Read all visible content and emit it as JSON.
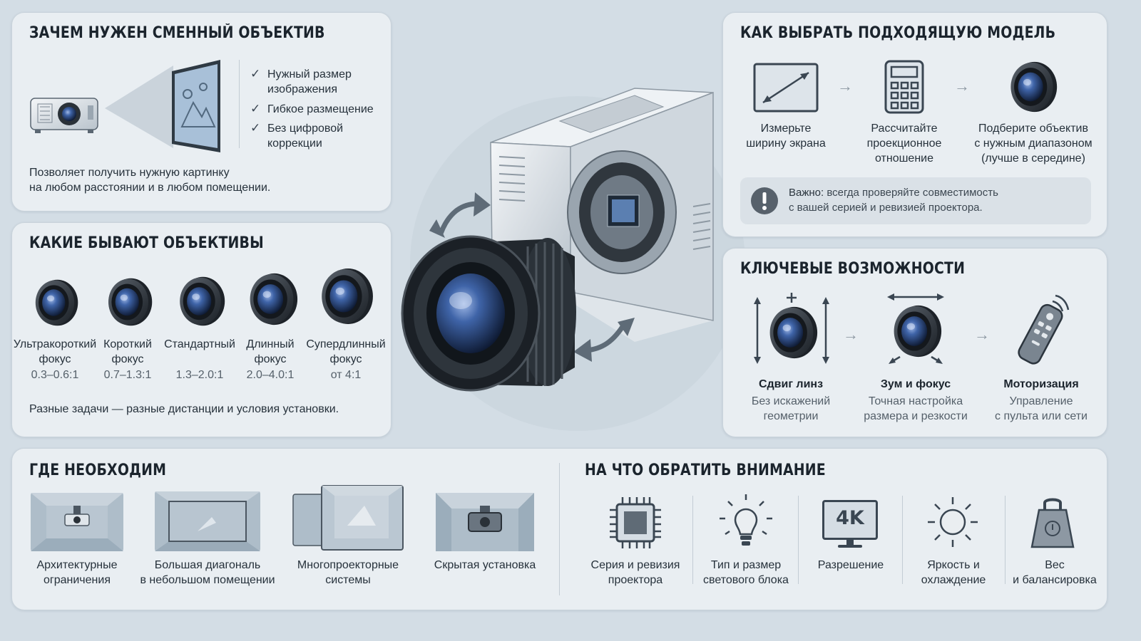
{
  "why": {
    "title": "ЗАЧЕМ НУЖЕН СМЕННЫЙ ОБЪЕКТИВ",
    "checks": [
      "Нужный размер\nизображения",
      "Гибкое размещение",
      "Без цифровой\nкоррекции"
    ],
    "desc": "Позволяет получить нужную картинку\nна любом расстоянии и в любом помещении."
  },
  "types": {
    "title": "КАКИЕ БЫВАЮТ ОБЪЕКТИВЫ",
    "lenses": [
      {
        "name": "Ультракороткий\nфокус",
        "ratio": "0.3–0.6:1"
      },
      {
        "name": "Короткий\nфокус",
        "ratio": "0.7–1.3:1"
      },
      {
        "name": "Стандартный",
        "ratio": "1.3–2.0:1"
      },
      {
        "name": "Длинный\nфокус",
        "ratio": "2.0–4.0:1"
      },
      {
        "name": "Супердлинный\nфокус",
        "ratio": "от 4:1"
      }
    ],
    "note": "Разные задачи — разные дистанции и условия установки."
  },
  "choose": {
    "title": "КАК ВЫБРАТЬ ПОДХОДЯЩУЮ МОДЕЛЬ",
    "steps": [
      "Измерьте\nширину экрана",
      "Рассчитайте\nпроекционное\nотношение",
      "Подберите объектив\nс нужным диапазоном\n(лучше в середине)"
    ],
    "warning_bold": "Важно:",
    "warning_text": " всегда проверяйте совместимость\nс вашей серией и ревизией проектора."
  },
  "features": {
    "title": "КЛЮЧЕВЫЕ ВОЗМОЖНОСТИ",
    "items": [
      {
        "name": "Сдвиг линз",
        "desc": "Без искажений\nгеометрии"
      },
      {
        "name": "Зум и фокус",
        "desc": "Точная настройка\nразмера и резкости"
      },
      {
        "name": "Моторизация",
        "desc": "Управление\nс пульта или сети"
      }
    ]
  },
  "where": {
    "title": "ГДЕ НЕОБХОДИМ",
    "items": [
      "Архитектурные\nограничения",
      "Большая диагональ\nв небольшом помещении",
      "Многопроекторные\nсистемы",
      "Скрытая установка"
    ]
  },
  "attention": {
    "title": "НА ЧТО ОБРАТИТЬ ВНИМАНИЕ",
    "items": [
      "Серия и ревизия\nпроектора",
      "Тип и размер\nсветового блока",
      "Разрешение",
      "Яркость и\nохлаждение",
      "Вес\nи балансировка"
    ],
    "badge_4k": "4K"
  },
  "colors": {
    "card": "#e9eef2",
    "bg": "#d3dde5",
    "lens_glass": "#3b5f9e",
    "dark": "#2a3138"
  }
}
